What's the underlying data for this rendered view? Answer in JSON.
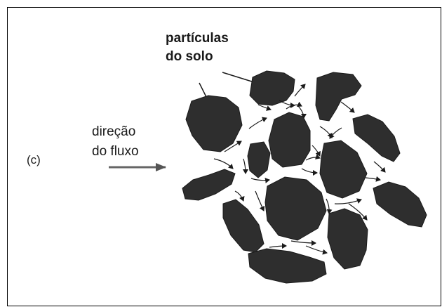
{
  "figure": {
    "panel_label": "(c)",
    "particles_label": [
      "partículas",
      "do solo"
    ],
    "flow_label": [
      "direção",
      "do fluxo"
    ],
    "colors": {
      "particle": "#2e2e2e",
      "stroke": "#1a1a1a",
      "frame": "#000000",
      "background": "#ffffff"
    }
  }
}
